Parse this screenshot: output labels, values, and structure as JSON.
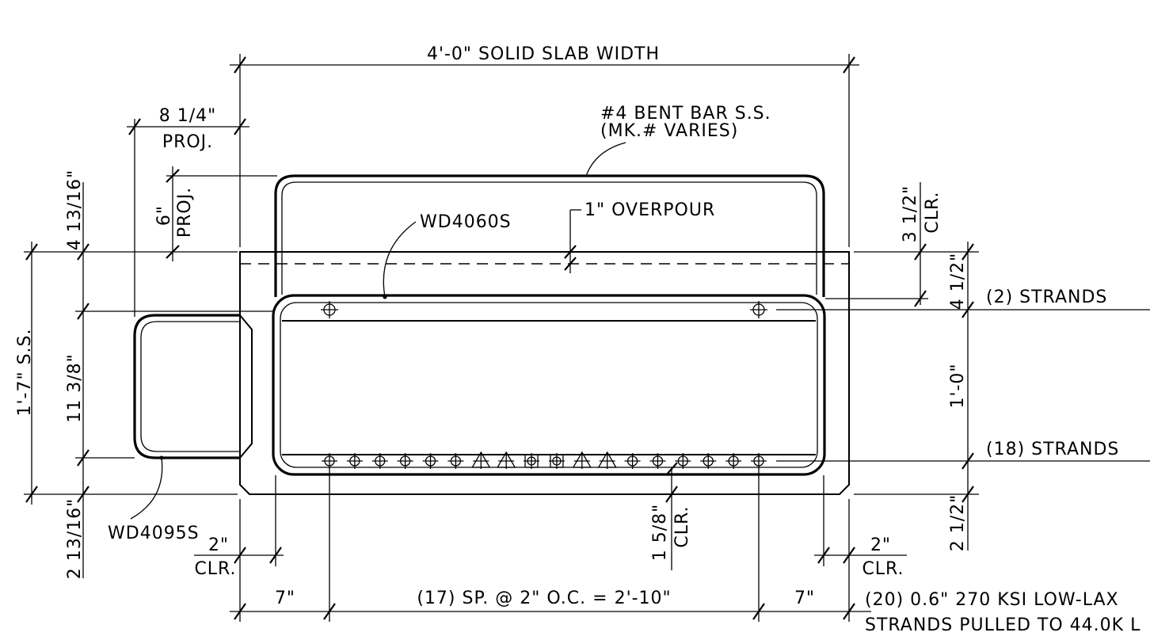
{
  "labels": {
    "slab_width": "4'-0\" SOLID SLAB WIDTH",
    "bent_bar_line1": "#4 BENT BAR S.S.",
    "bent_bar_line2": "(MK.# VARIES)",
    "proj_8_value": "8 1/4\"",
    "proj_8_label": "PROJ.",
    "proj_6_value": "6\"",
    "proj_6_label": "PROJ.",
    "overpour": "1\" OVERPOUR",
    "wd4060s": "WD4060S",
    "wd4095s": "WD4095S",
    "dim_4_13_16": "4 13/16\"",
    "dim_11_3_8": "11 3/8\"",
    "dim_2_13_16": "2 13/16\"",
    "dim_1_7_ss": "1'-7\" S.S.",
    "clr_3_1_2_value": "3 1/2\"",
    "clr_3_1_2_label": "CLR.",
    "dim_4_1_2": "4 1/2\"",
    "dim_1_0": "1'-0\"",
    "dim_2_1_2": "2 1/2\"",
    "strands_top": "(2) STRANDS",
    "strands_bottom": "(18) STRANDS",
    "clr_1_5_8_value": "1 5/8\"",
    "clr_1_5_8_label": "CLR.",
    "clr_left_value": "2\"",
    "clr_left_label": "CLR.",
    "clr_right_value": "2\"",
    "clr_right_label": "CLR.",
    "dim_7_left": "7\"",
    "spacing": "(17) SP. @ 2\" O.C. = 2'-10\"",
    "dim_7_right": "7\"",
    "strand_note_line1": "(20) 0.6\" 270 KSI LOW-LAX",
    "strand_note_line2": "STRANDS PULLED TO 44.0K L"
  },
  "bottom_strand_symbols": [
    "o",
    "o",
    "o",
    "o",
    "o",
    "o",
    "tri",
    "tri",
    "sq",
    "sq",
    "tri",
    "tri",
    "o",
    "o",
    "o",
    "o",
    "o",
    "o"
  ]
}
